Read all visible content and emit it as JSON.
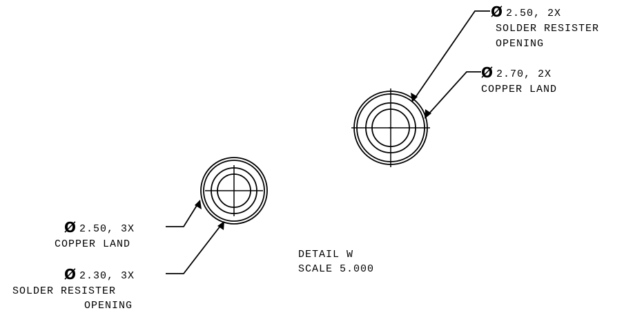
{
  "diameter_symbol": "Ø",
  "callouts": {
    "right_solder": {
      "dim": "2.50, 2X",
      "line2": "SOLDER RESISTER",
      "line3": "OPENING"
    },
    "right_copper": {
      "dim": "2.70, 2X",
      "line2": "COPPER LAND"
    },
    "left_copper": {
      "dim": "2.50, 3X",
      "line2": "COPPER LAND"
    },
    "left_solder": {
      "dim": "2.30, 3X",
      "line2": "SOLDER RESISTER",
      "line3": "OPENING"
    }
  },
  "detail": {
    "label": "DETAIL  W",
    "scale": "SCALE  5.000"
  }
}
